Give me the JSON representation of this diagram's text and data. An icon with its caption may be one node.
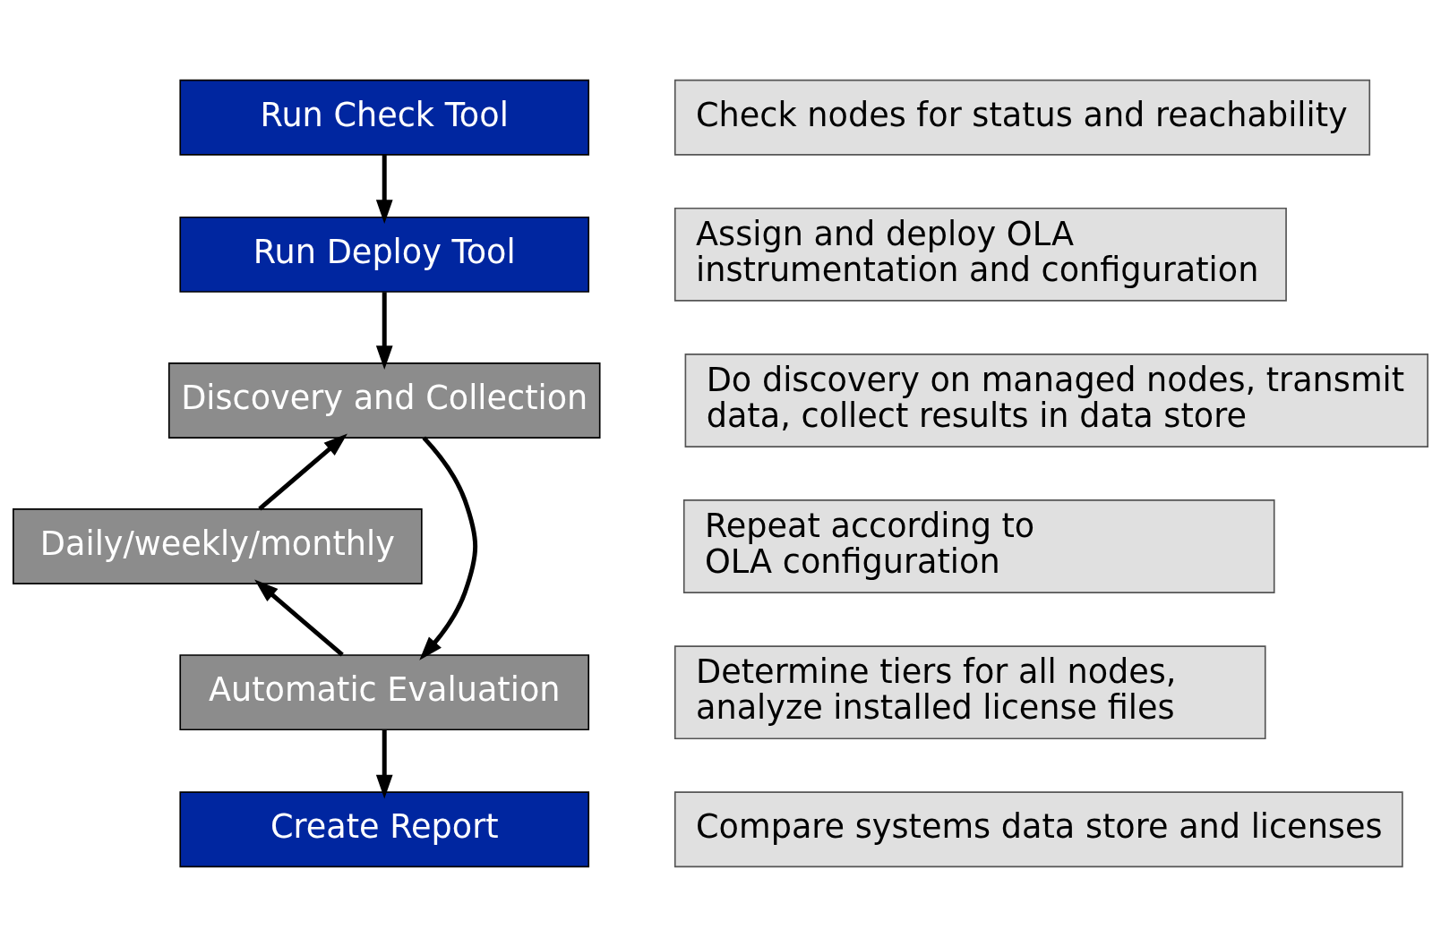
{
  "diagram": {
    "nodes": [
      {
        "text": [
          "Run Check Tool"
        ]
      },
      {
        "text": [
          "Check nodes for status and reachability"
        ]
      },
      {
        "text": [
          "Run Deploy Tool"
        ]
      },
      {
        "text": [
          "Assign and deploy OLA instrumentation and configuration"
        ]
      },
      {
        "text": [
          "Discovery and Collection"
        ]
      },
      {
        "text": [
          "Do discovery on managed nodes, transmit data, collect results in data store"
        ]
      },
      {
        "text": [
          "Daily/weekly/monthly"
        ]
      },
      {
        "text": [
          "Repeat according to OLA configuration"
        ]
      },
      {
        "text": [
          "Automatic Evaluation"
        ]
      },
      {
        "text": [
          "Determine tiers for all nodes, analyze installed license files"
        ]
      },
      {
        "text": [
          "Create Report"
        ]
      },
      {
        "text": [
          "Compare systems data store and licenses"
        ]
      }
    ],
    "edges": [
      {
        "from": 0,
        "to": 2,
        "arrow": "to"
      },
      {
        "from": 2,
        "to": 4,
        "arrow": "to"
      },
      {
        "from": 4,
        "to": 8,
        "arrow": "to"
      },
      {
        "from": 8,
        "to": 6,
        "arrow": "to"
      },
      {
        "from": 6,
        "to": 4,
        "arrow": "to"
      },
      {
        "from": 8,
        "to": 10,
        "arrow": "to"
      }
    ]
  }
}
